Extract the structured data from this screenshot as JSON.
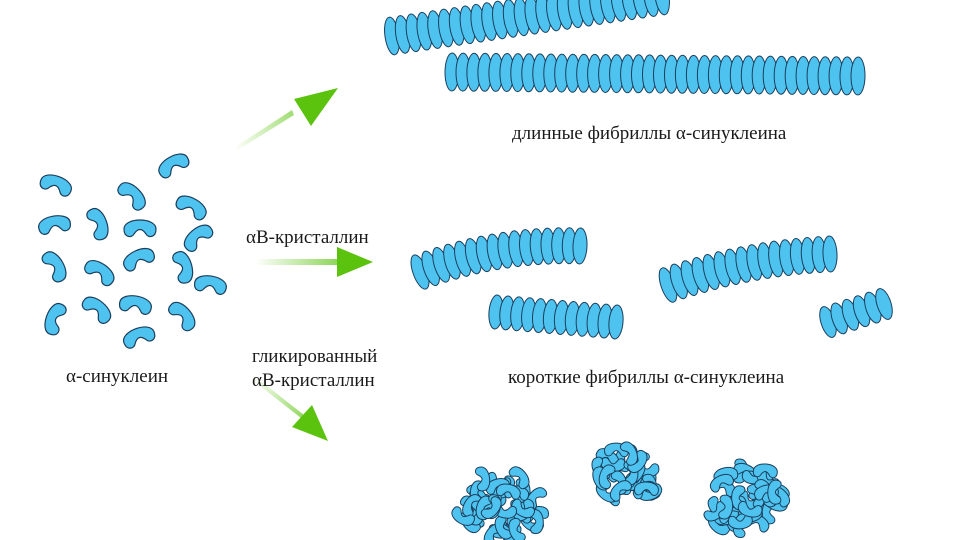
{
  "labels": {
    "monomer": "α-синуклеин",
    "reagent_1": "αB-кристаллин",
    "reagent_2_line1": "гликированный",
    "reagent_2_line2": "αB-кристаллин",
    "long_fibrils": "длинные фибриллы α-синуклеина",
    "short_fibrils": "короткие фибриллы α-синуклеина"
  },
  "colors": {
    "protein_fill": "#4fc3f0",
    "protein_outline": "#1b3f5c",
    "arrow_green": "#5bc30e"
  }
}
